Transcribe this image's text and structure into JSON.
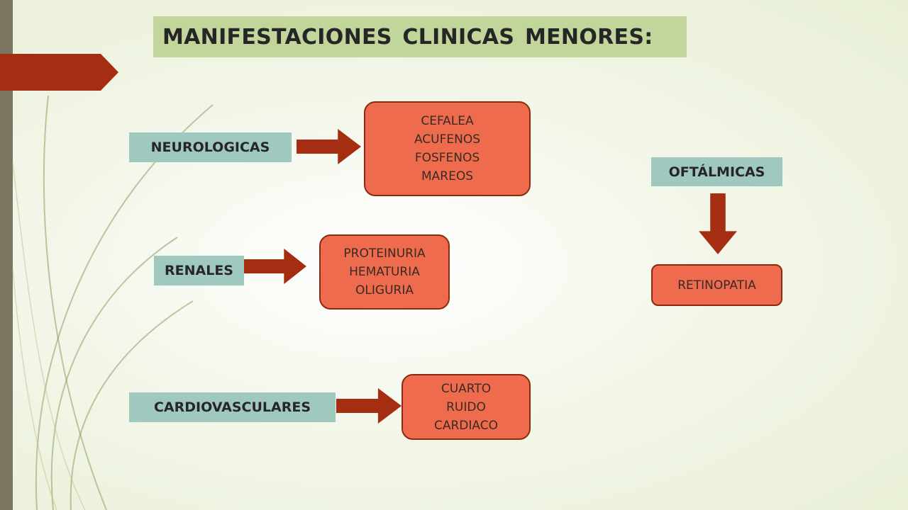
{
  "title": "MANIFESTACIONES CLINICAS MENORES:",
  "categories": {
    "neurologicas": {
      "label": "NEUROLOGICAS",
      "items": [
        "CEFALEA",
        "ACUFENOS",
        "FOSFENOS",
        "MAREOS"
      ]
    },
    "renales": {
      "label": "RENALES",
      "items": [
        "PROTEINURIA",
        "HEMATURIA",
        "OLIGURIA"
      ]
    },
    "cardiovasculares": {
      "label": "CARDIOVASCULARES",
      "items": [
        "CUARTO",
        "RUIDO",
        "CARDIACO"
      ]
    },
    "oftalmicas": {
      "label": "OFTÁLMICAS",
      "items": [
        "RETINOPATIA"
      ]
    }
  },
  "colors": {
    "title_bg": "#c2d69b",
    "category_bg": "#9fc9bf",
    "box_fill": "#ee6c4d",
    "box_border": "#8b2a10",
    "arrow": "#a52e12"
  }
}
